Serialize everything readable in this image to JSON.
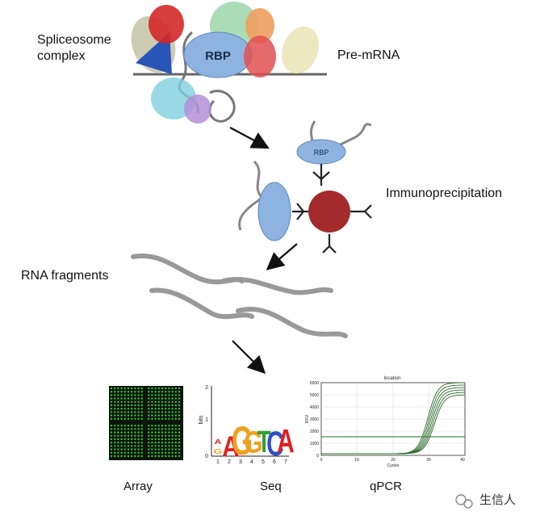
{
  "labels": {
    "spliceosome": "Spliceosome\ncomplex",
    "pre_mrna": "Pre-mRNA",
    "immunoprecipitation": "Immunoprecipitation",
    "rna_fragments": "RNA fragments",
    "array": "Array",
    "seq": "Seq",
    "qpcr": "qPCR",
    "rbp_large": "RBP",
    "rbp_small": "RBP"
  },
  "seq_logo": {
    "letters": [
      "A",
      "G",
      "G",
      "T",
      "C",
      "A"
    ],
    "positions": [
      "1",
      "2",
      "3",
      "4",
      "5",
      "6",
      "7"
    ],
    "yticks": [
      "0",
      "1",
      "2"
    ],
    "ylabel": "bits"
  },
  "qpcr_plot": {
    "title": "location",
    "xlabel": "Cycles",
    "ylabel": "RFU",
    "xticks": [
      "0",
      "10",
      "20",
      "30",
      "40"
    ],
    "yticks": [
      "0",
      "1000",
      "2000",
      "3000",
      "4000",
      "5000",
      "6000"
    ]
  },
  "watermark": {
    "text": "生信人"
  },
  "colors": {
    "rbp": "#8fb3e0",
    "antibody_bead": "#a32b2b",
    "rna": "#888888",
    "array_bg": "#0b160b",
    "array_dot": "#3fbf3f",
    "qpcr_curve": "#2a6b2a",
    "logo_a": "#e02020",
    "logo_c": "#3050c8",
    "logo_g": "#f0a020",
    "logo_t": "#30a030"
  }
}
